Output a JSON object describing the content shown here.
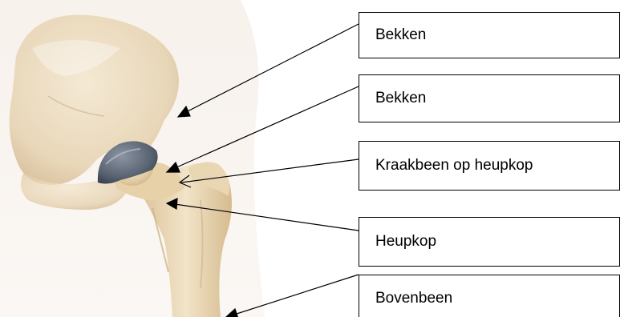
{
  "labels": [
    "Bekken",
    "Bekken",
    "Kraakbeen op heupkop",
    "Heupkop",
    "Bovenbeen"
  ],
  "colors": {
    "bone": "#e8d5b3",
    "bone_dark": "#c9aa7c",
    "skin": "#f4ede7",
    "cartilage": "#5a6473",
    "line": "#000000"
  }
}
